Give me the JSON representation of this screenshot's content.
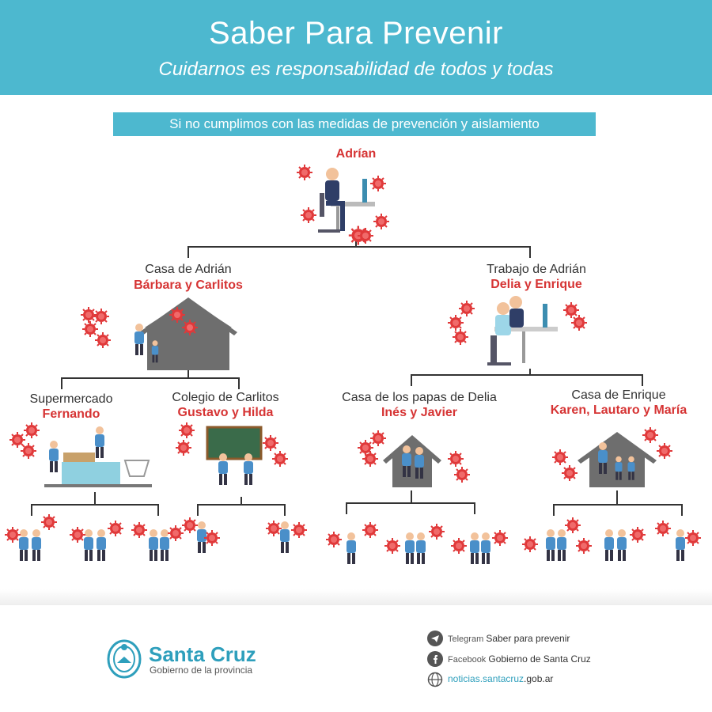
{
  "header": {
    "title": "Saber Para Prevenir",
    "subtitle": "Cuidarnos es responsabilidad de todos y todas"
  },
  "banner": "Si no cumplimos con las medidas de prevención y aislamiento",
  "root": {
    "name": "Adrían"
  },
  "branches": [
    {
      "place": "Casa de Adrián",
      "names": "Bárbara y Carlitos"
    },
    {
      "place": "Trabajo de Adrián",
      "names": "Delia y Enrique"
    }
  ],
  "sub_branches": [
    {
      "place": "Supermercado",
      "names": "Fernando"
    },
    {
      "place": "Colegio de Carlitos",
      "names": "Gustavo y Hilda"
    },
    {
      "place": "Casa de los papas de Delia",
      "names": "Inés y Javier"
    },
    {
      "place": "Casa de Enrique",
      "names": "Karen, Lautaro y María"
    }
  ],
  "colors": {
    "header_bg": "#4db8cf",
    "name_red": "#d63434",
    "virus_red": "#e0393a",
    "house_gray": "#6e6e6e",
    "line": "#333333",
    "brand_blue": "#2e9fbc"
  },
  "footer": {
    "brand": "Santa Cruz",
    "brand_sub": "Gobierno de la provincia",
    "telegram_label": "Telegram",
    "telegram_value": "Saber para prevenir",
    "facebook_label": "Facebook",
    "facebook_value": "Gobierno de Santa Cruz",
    "web_value_prefix": "noticias.santacruz",
    "web_value_suffix": ".gob.ar",
    "icons": [
      "telegram-icon",
      "facebook-icon",
      "globe-icon",
      "province-seal-icon"
    ]
  }
}
